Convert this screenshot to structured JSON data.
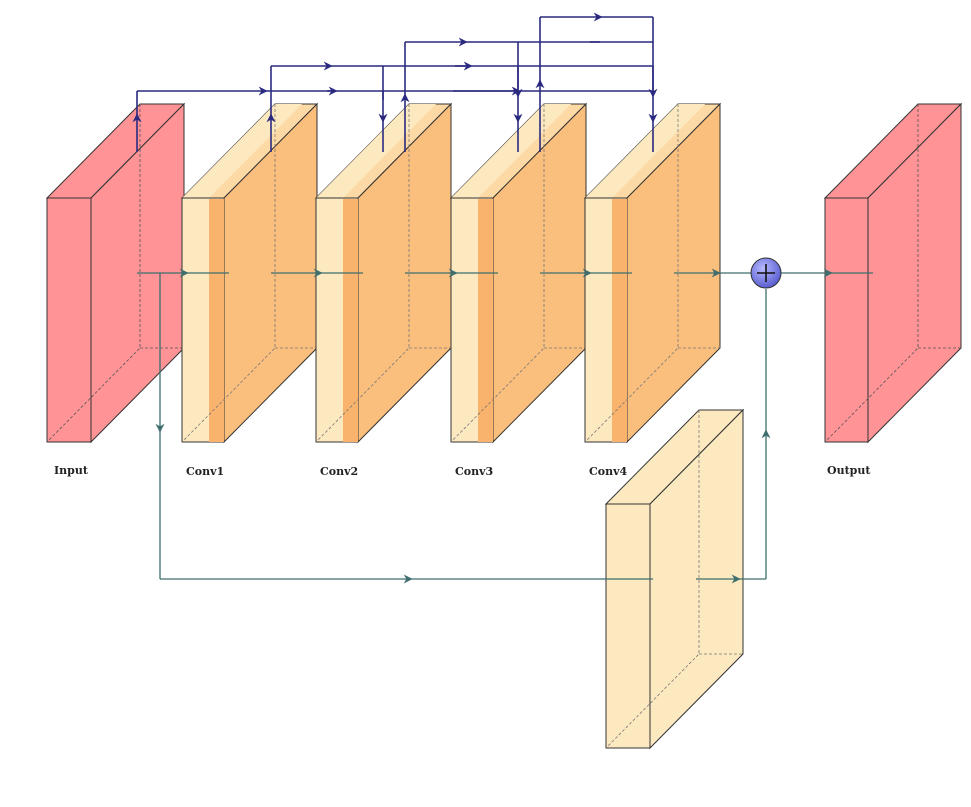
{
  "labels": {
    "input": "Input",
    "conv1": "Conv1",
    "conv2": "Conv2",
    "conv3": "Conv3",
    "conv4": "Conv4",
    "output": "Output"
  },
  "colors": {
    "io_fill": "#ff9396",
    "conv_front": "#fde9c0",
    "conv_band": "#f9b36c",
    "conv_side": "#fbbf7d",
    "conv_top": "#fdd9a6",
    "skip_block": "#fde9c0",
    "edge": "#333333",
    "main_arrow": "#3e6e6e",
    "dense_arrow": "#2a2a80",
    "add_node": "#7b7fe0"
  },
  "icons": {
    "add_node": "circle-plus-icon"
  }
}
